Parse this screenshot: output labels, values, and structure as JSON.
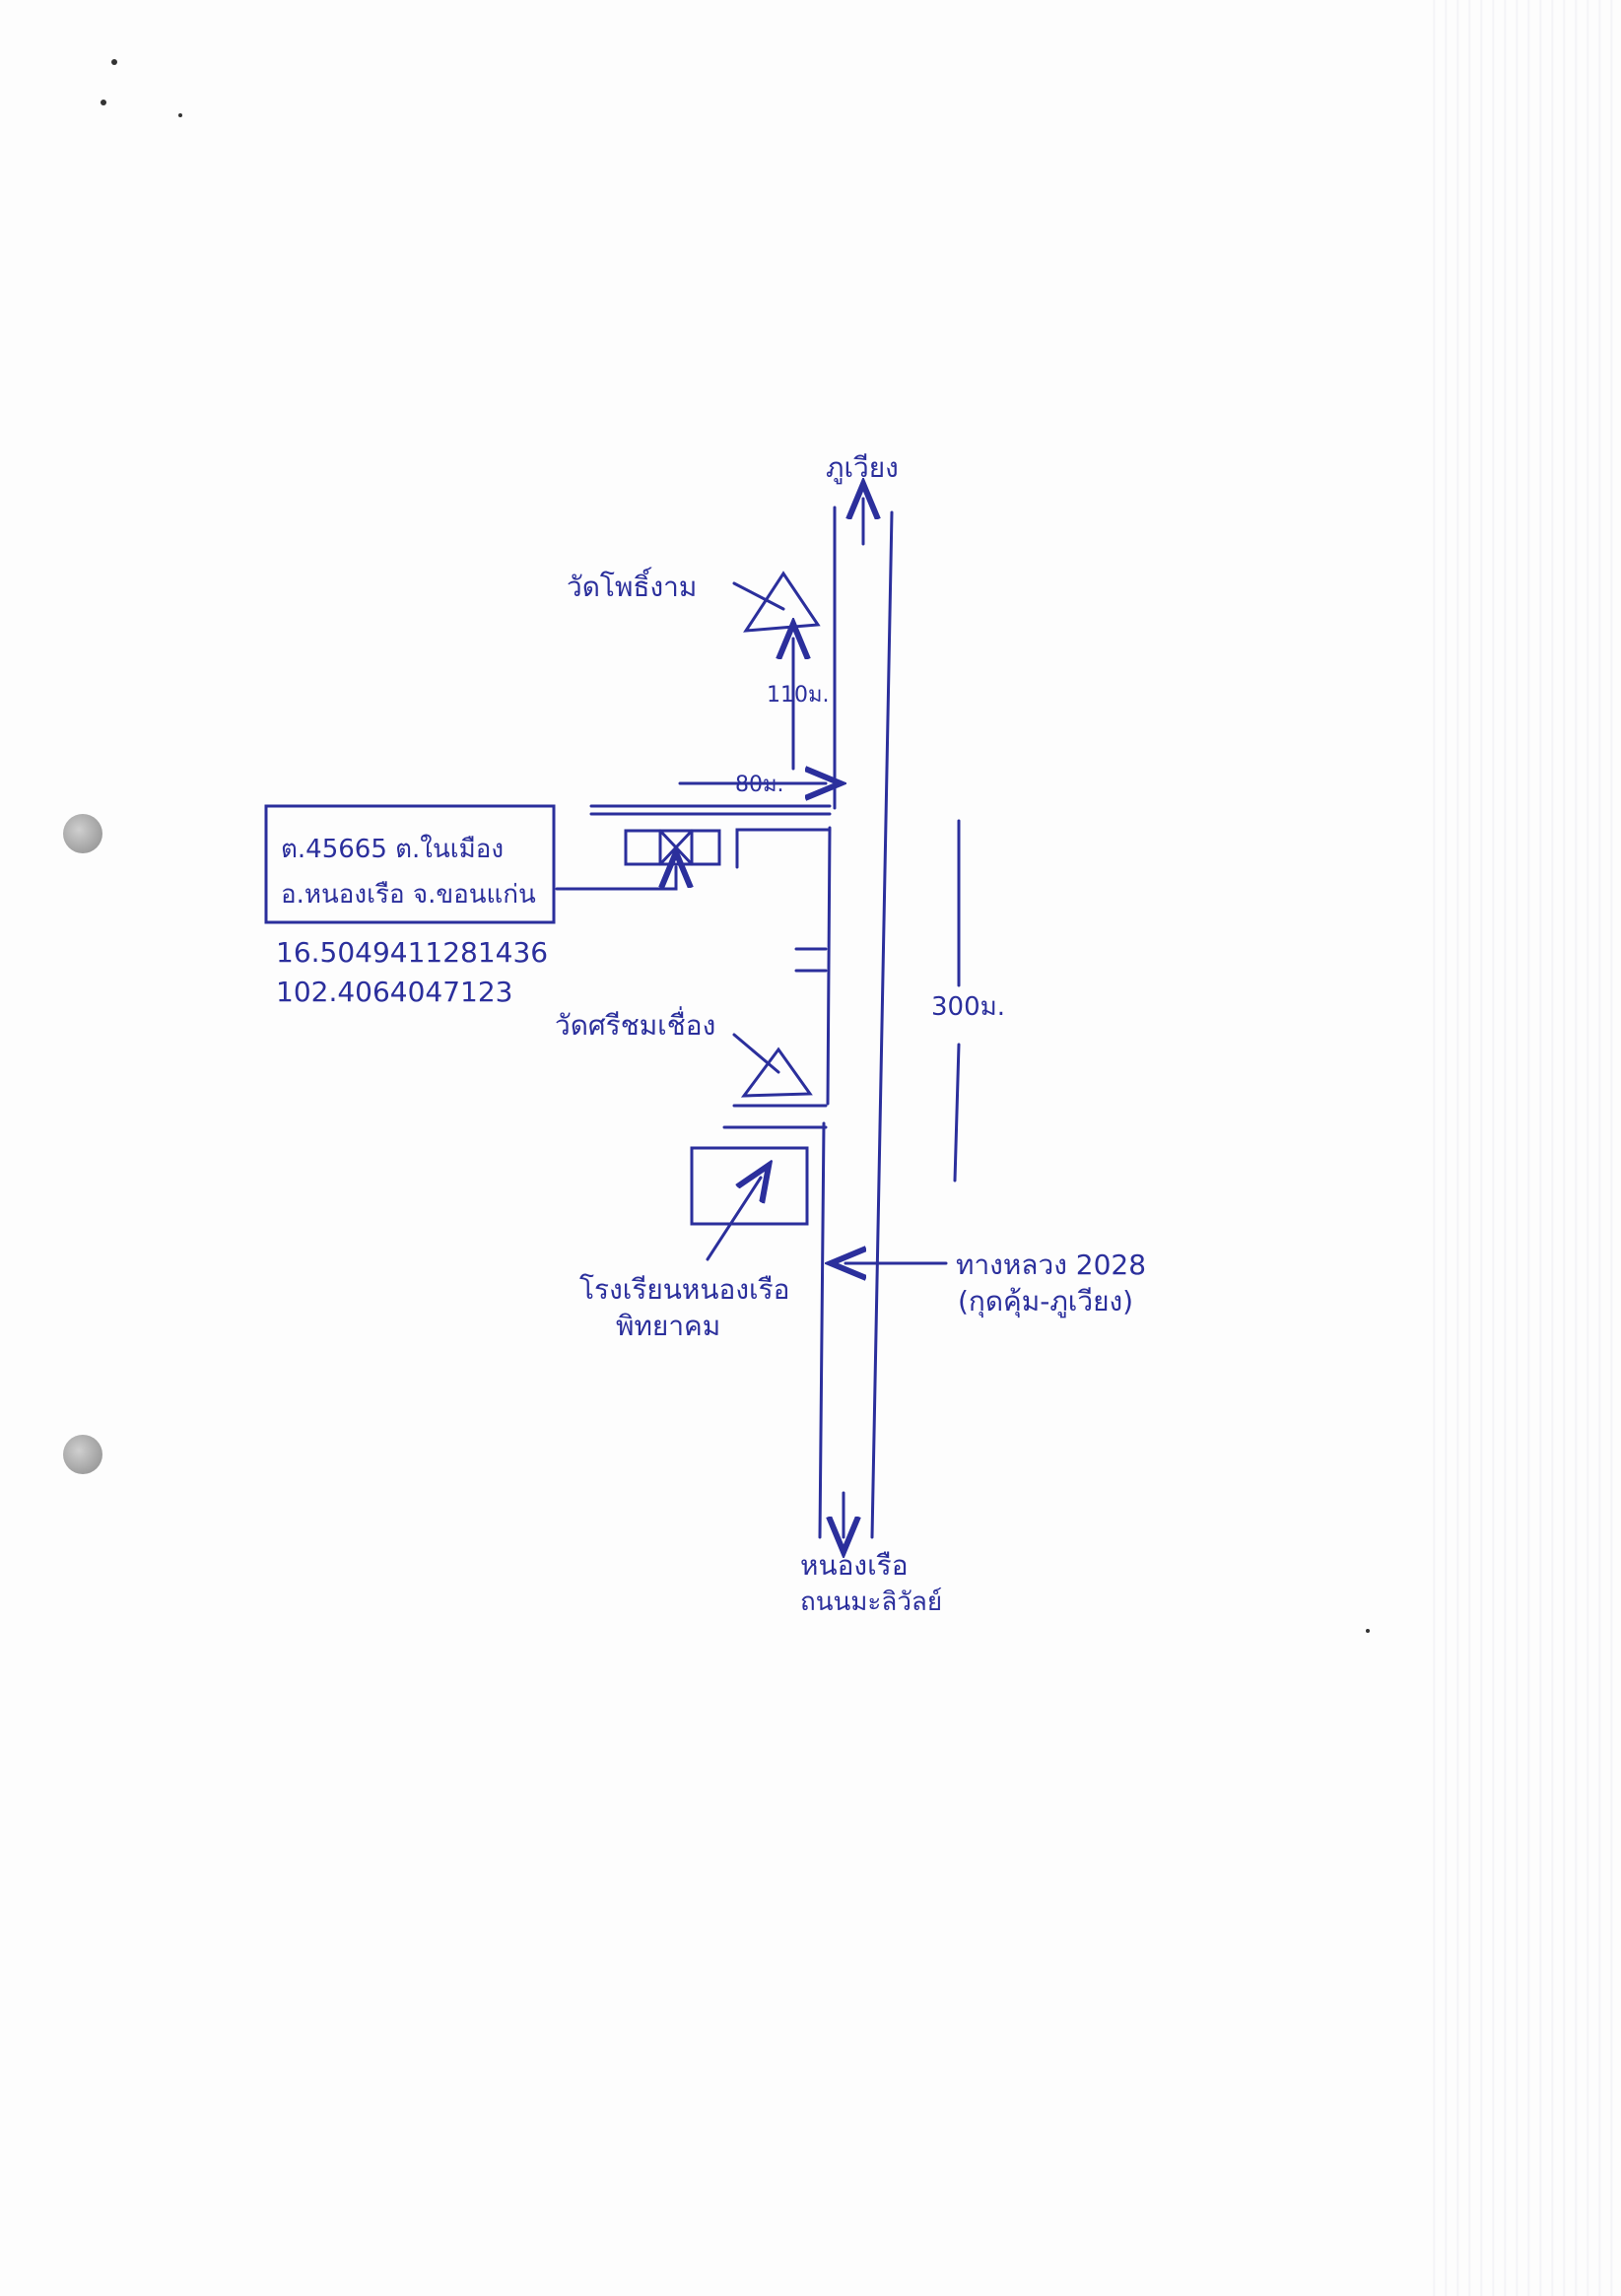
{
  "colors": {
    "ink": "#2b2f9c",
    "paper": "#fdfdfd"
  },
  "labels": {
    "north_destination": "ภูเวียง",
    "temple_top": "วัดโพธิ์งาม",
    "distance_110": "110ม.",
    "distance_80": "80ม.",
    "parcel_line1": "ต.45665 ต.ในเมือง",
    "parcel_line2": "อ.หนองเรือ จ.ขอนแก่น",
    "latitude": "16.5049411281436",
    "longitude": "102.4064047123",
    "distance_300": "300ม.",
    "temple_bottom": "วัดศรีชมเชื่อง",
    "school_line1": "โรงเรียนหนองเรือ",
    "school_line2": "พิทยาคม",
    "highway_line1": "ทางหลวง 2028",
    "highway_line2": "(กุดคุ้ม-ภูเวียง)",
    "south_line1": "หนองเรือ",
    "south_line2": "ถนนมะลิวัลย์"
  },
  "icons": [
    "temple-triangle-icon",
    "arrow-icon",
    "parcel-box-icon"
  ]
}
